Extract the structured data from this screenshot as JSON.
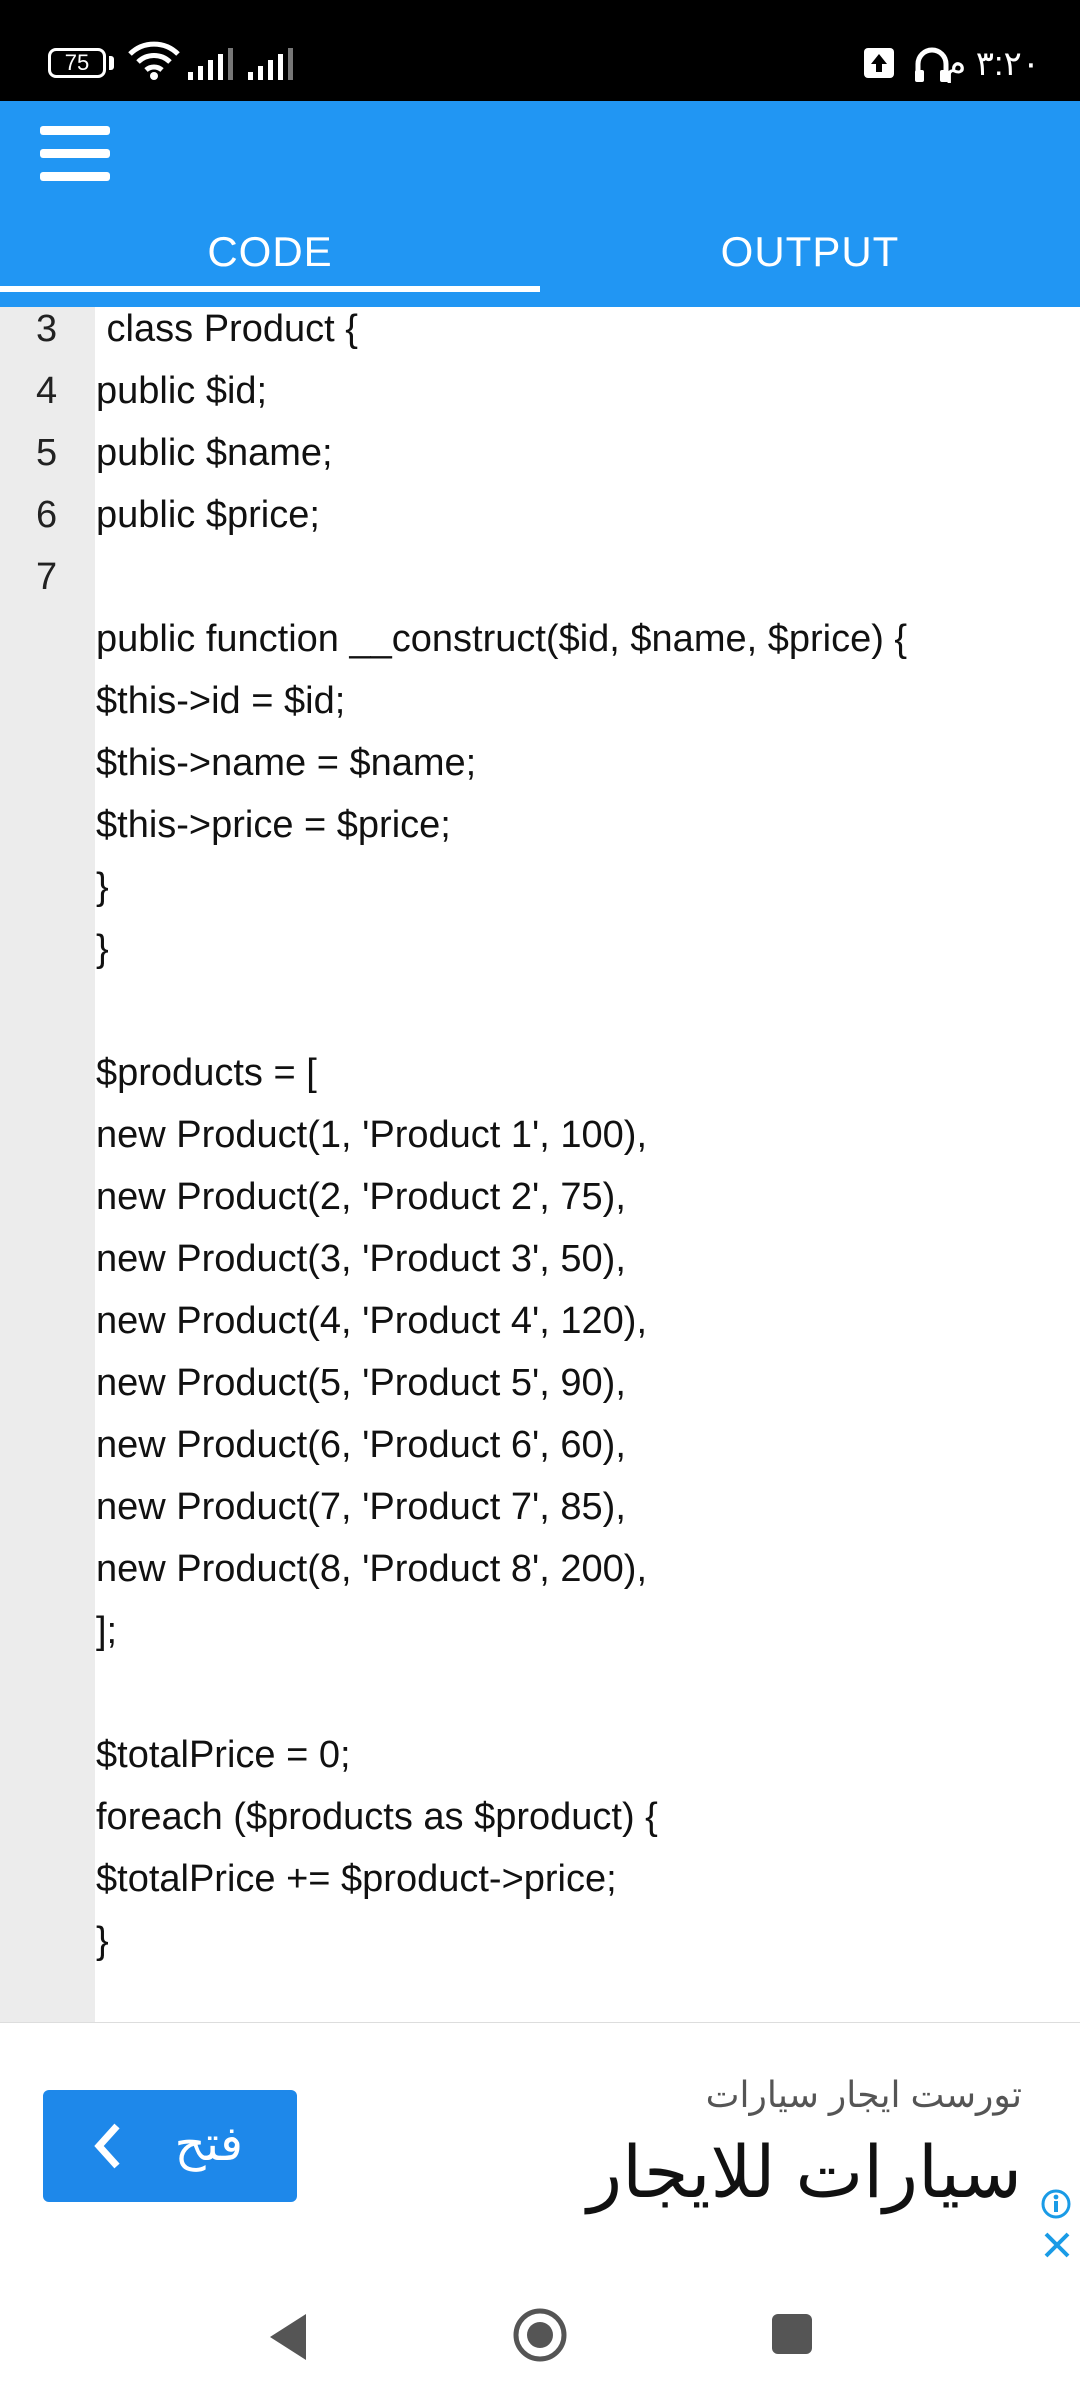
{
  "status_bar": {
    "battery": "75",
    "time": "٣:٢٠ م"
  },
  "tabs": [
    {
      "label": "CODE"
    },
    {
      "label": "OUTPUT"
    }
  ],
  "editor": {
    "line_numbers": [
      "3",
      "4",
      "5",
      "6",
      "7"
    ],
    "lines": [
      " class Product {",
      "public $id;",
      "public $name;",
      "public $price;",
      "",
      "public function __construct($id, $name, $price) {",
      "$this->id = $id;",
      "$this->name = $name;",
      "$this->price = $price;",
      "}",
      "}",
      "",
      "$products = [",
      "new Product(1, 'Product 1', 100),",
      "new Product(2, 'Product 2', 75),",
      "new Product(3, 'Product 3', 50),",
      "new Product(4, 'Product 4', 120),",
      "new Product(5, 'Product 5', 90),",
      "new Product(6, 'Product 6', 60),",
      "new Product(7, 'Product 7', 85),",
      "new Product(8, 'Product 8', 200),",
      "];",
      "",
      "$totalPrice = 0;",
      "foreach ($products as $product) {",
      "$totalPrice += $product->price;",
      "}"
    ]
  },
  "ad": {
    "button_label": "فتح",
    "subtitle": "تورست ايجار سيارات",
    "title": "سيارات للايجار"
  },
  "colors": {
    "app_bar": "#2196F3",
    "ad_button": "#1e88ea",
    "gutter": "#ececec"
  }
}
